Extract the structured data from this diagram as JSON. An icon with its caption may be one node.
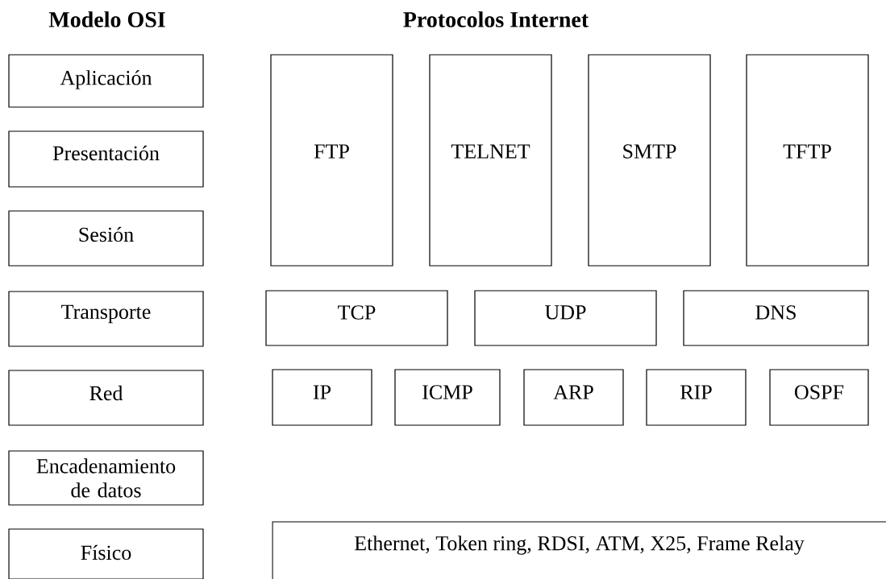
{
  "diagram": {
    "nodes": [
      {
        "text": [
          "Aplicación"
        ]
      },
      {
        "text": [
          "Presentación"
        ]
      },
      {
        "text": [
          "Sesión"
        ]
      },
      {
        "text": [
          "Transporte"
        ]
      },
      {
        "text": [
          "Red"
        ]
      },
      {
        "text": [
          "Encadenamiento de datos"
        ]
      },
      {
        "text": [
          "Físico"
        ]
      },
      {
        "text": [
          "FTP"
        ]
      },
      {
        "text": [
          "TELNET"
        ]
      },
      {
        "text": [
          "SMTP"
        ]
      },
      {
        "text": [
          "TFTP"
        ]
      },
      {
        "text": [
          "TCP"
        ]
      },
      {
        "text": [
          "UDP"
        ]
      },
      {
        "text": [
          "DNS"
        ]
      },
      {
        "text": [
          "IP"
        ]
      },
      {
        "text": [
          "ICMP"
        ]
      },
      {
        "text": [
          "ARP"
        ]
      },
      {
        "text": [
          "RIP"
        ]
      },
      {
        "text": [
          "OSPF"
        ]
      },
      {
        "text": [
          "Ethernet, Token ring, RDSI, ATM, X25, Frame Relay"
        ]
      }
    ],
    "labels": [
      "Modelo OSI",
      "Protocolos  Internet"
    ]
  }
}
